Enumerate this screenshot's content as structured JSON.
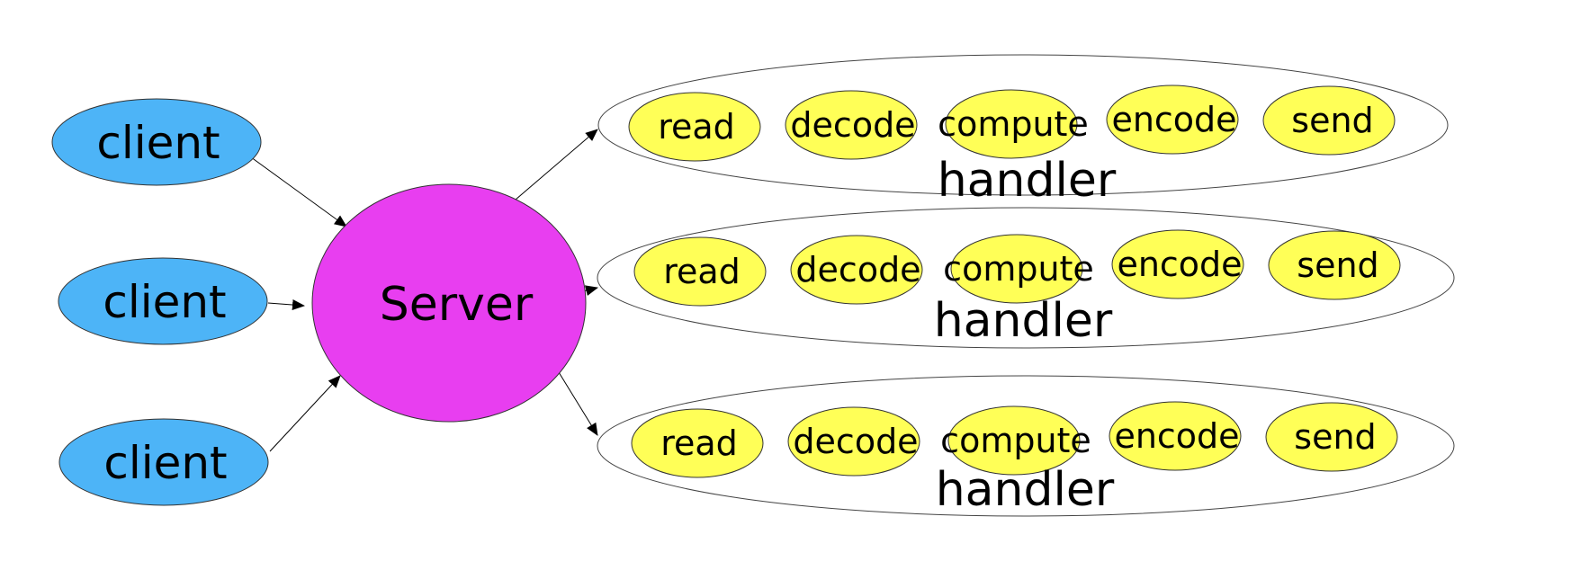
{
  "colors": {
    "client": "#4db4f7",
    "server": "#e83ef0",
    "step": "#ffff57",
    "handler_outline": "#444444",
    "arrow": "#000000"
  },
  "clients": [
    {
      "label": "client"
    },
    {
      "label": "client"
    },
    {
      "label": "client"
    }
  ],
  "server": {
    "label": "Server"
  },
  "handlers": [
    {
      "label": "handler",
      "steps": [
        "read",
        "decode",
        "compute",
        "encode",
        "send"
      ]
    },
    {
      "label": "handler",
      "steps": [
        "read",
        "decode",
        "compute",
        "encode",
        "send"
      ]
    },
    {
      "label": "handler",
      "steps": [
        "read",
        "decode",
        "compute",
        "encode",
        "send"
      ]
    }
  ]
}
